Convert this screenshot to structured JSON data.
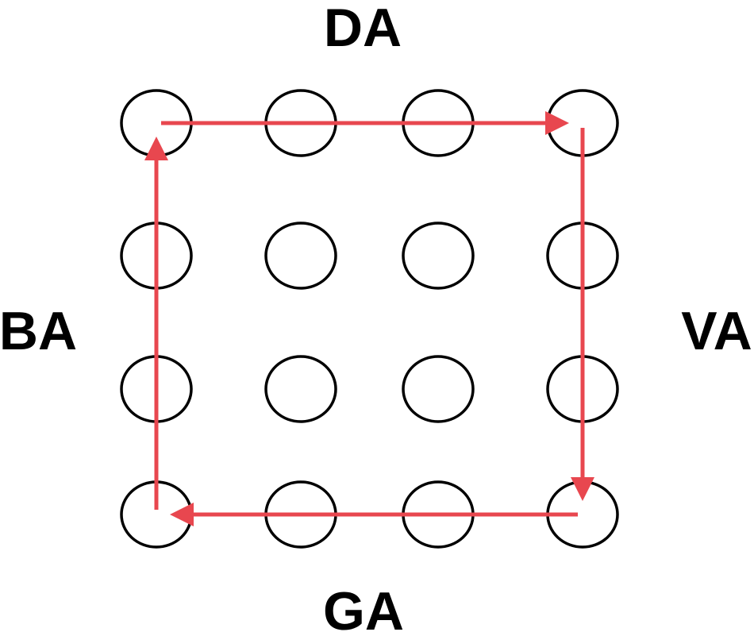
{
  "labels": {
    "top": "DA",
    "left": "BA",
    "right": "VA",
    "bottom": "GA"
  },
  "grid": {
    "rows": 4,
    "cols": 4
  },
  "path": [
    {
      "from": [
        0,
        0
      ],
      "to": [
        3,
        0
      ]
    },
    {
      "from": [
        3,
        0
      ],
      "to": [
        3,
        3
      ]
    },
    {
      "from": [
        3,
        3
      ],
      "to": [
        0,
        3
      ]
    },
    {
      "from": [
        0,
        3
      ],
      "to": [
        0,
        0
      ]
    }
  ],
  "colors": {
    "arrow": "#e8474f",
    "circle": "#000000",
    "text": "#000000"
  }
}
